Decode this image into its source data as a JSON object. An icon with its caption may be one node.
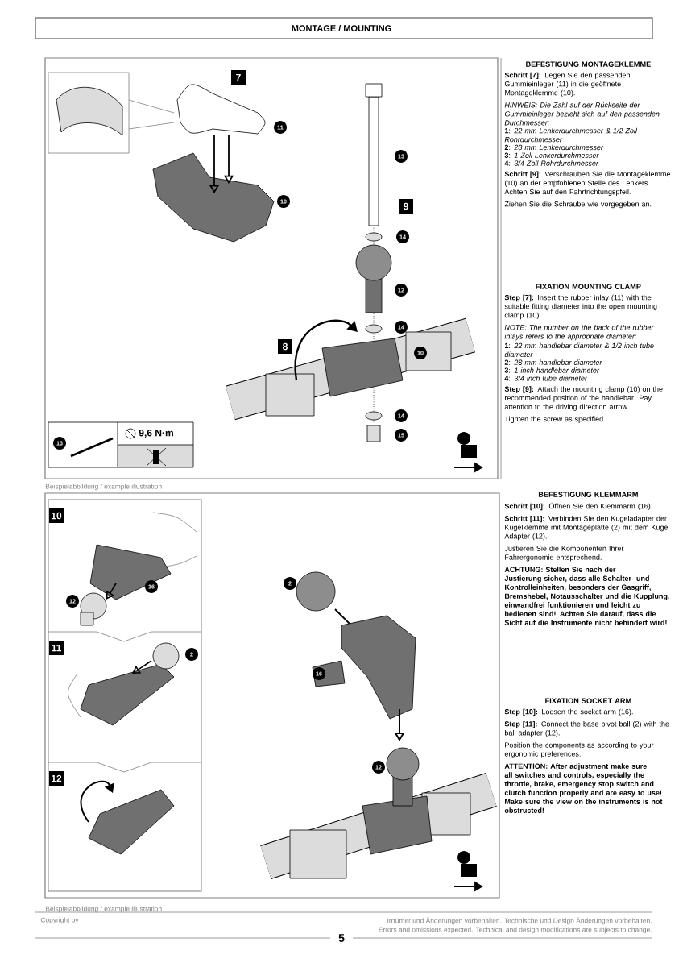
{
  "diagram": {
    "title": "MONTAGE / MOUNTING",
    "labels": [
      "7",
      "11",
      "13",
      "10",
      "9",
      "14",
      "12",
      "14",
      "8",
      "10",
      "14",
      "15",
      "13",
      "9,6 N·m",
      "BEFESTIGUNG MONTAGEKLEMME",
      "**Schritt [7]:** Legen Sie den passenden Gummieinleger (11) in die geöffnete Montageklemme (10).",
      "HINWEIS: Die Zahl auf der Rückseite der Gummieinleger bezieht sich auf den passenden Durchmesser:",
      "**1**: *22 mm Lenkerdurchmesser & 1/2 Zoll Rohrdurchmesser*",
      "**2**: *28 mm Lenkerdurchmesser*",
      "**3**: *1 Zoll Lenkerdurchmesser*",
      "**4**: *3/4 Zoll Rohrdurchmesser*",
      "**Schritt [9]:** Verschrauben Sie die Montageklemme (10) an der empfohlenen Stelle des Lenkers. Achten Sie auf den Fahrtrichtungspfeil.",
      "Ziehen Sie die Schraube wie vorgegeben an.",
      "FIXATION MOUNTING CLAMP",
      "**Step [7]:** Insert the rubber inlay (11) with the suitable fitting diameter into the open mounting clamp (10).",
      "NOTE: The number on the back of the rubber inlays refers to the appropriate diameter:",
      "**1**: *22 mm handlebar diameter & 1/2 inch tube diameter*",
      "**2**: *28 mm handlebar diameter*",
      "**3**: *1 inch handlebar diameter*",
      "**4**: *3/4 inch tube diameter*",
      "**Step [9]:** Attach the mounting clamp (10) on the recommended position of the handlebar. Pay attention to the driving direction arrow.",
      "Tighten the screw as specified.",
      "Beispielabbildung / example illustration",
      "10",
      "12",
      "16",
      "11",
      "2",
      "12",
      "2",
      "16",
      "12",
      "BEFESTIGUNG KLEMMARM",
      "**Schritt [10]:** Öffnen Sie den Klemmarm (16).",
      "**Schritt [11]:** Verbinden Sie den Kugeladapter der Kugelklemme mit Montageplatte (2) mit dem Kugel Adapter (12).",
      "Justieren Sie die Komponenten Ihrer Fahrergonomie entsprechend.",
      "ACHTUNG: Stellen Sie nach der Justierung sicher, dass alle Schalter- und Kontrolleinheiten, besonders der Gasgriff, Bremshebel, Notausschalter und die Kupplung, einwandfrei funktionieren und leicht zu bedienen sind! Achten Sie darauf, dass die Sicht auf die Instrumente nicht behindert wird!",
      "FIXATION SOCKET ARM",
      "**Step [10]:** Loosen the socket arm (16).",
      "**Step [11]:** Connect the base pivot ball (2) with the ball adapter (12).",
      "Position the components as according to your ergonomic preferences.",
      "ATTENTION: After adjustment make sure all switches and controls, especially the throttle, brake, emergency stop switch and clutch function properly and are easy to use! Make sure the view on the instruments is not obstructed!",
      "Beispielabbildung / example illustration",
      "Copyright by",
      "5",
      "Irrtümer und Änderungen vorbehalten. Technische und Design Änderungen vorbehalten.",
      "Errors and omissions expected. Technical and design modifications are subjects to change."
    ]
  }
}
